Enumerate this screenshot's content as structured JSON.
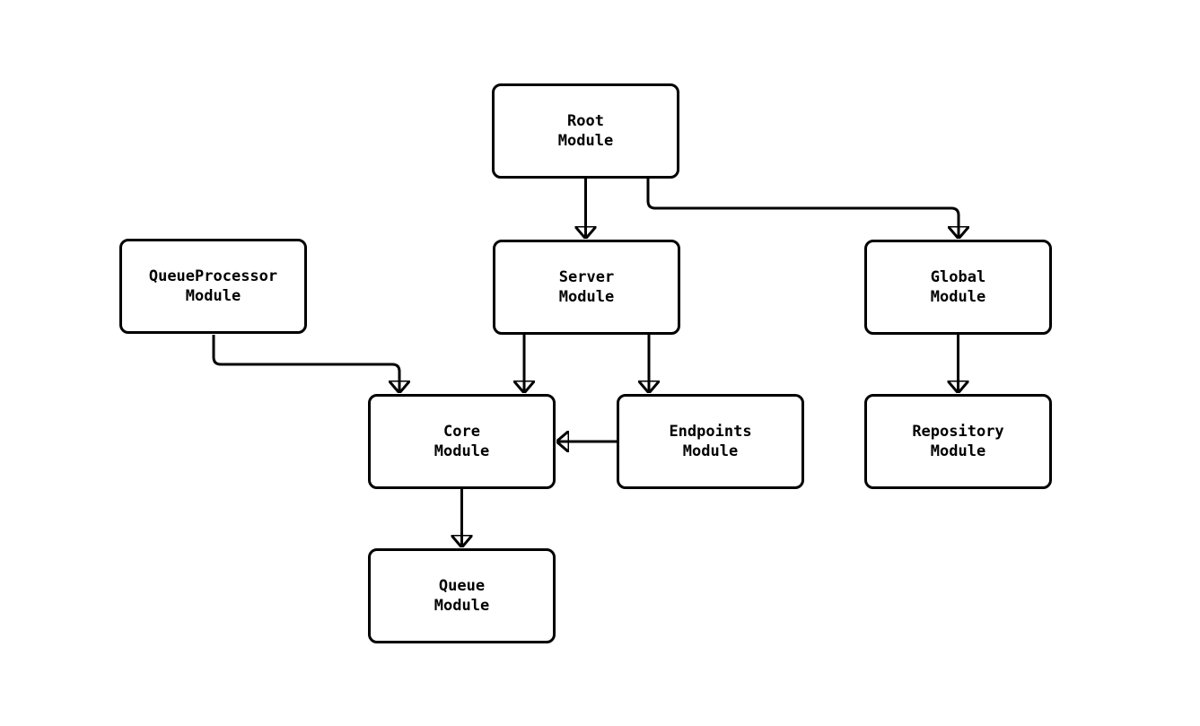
{
  "diagram": {
    "type": "module-dependency-flowchart",
    "background_color": "#ffffff",
    "line_color": "#000000",
    "node_fill_color": "#ffffff",
    "text_color": "#000000",
    "nodes": {
      "root": {
        "label": "Root\nModule"
      },
      "queueprocessor": {
        "label": "QueueProcessor\nModule"
      },
      "server": {
        "label": "Server\nModule"
      },
      "global": {
        "label": "Global\nModule"
      },
      "core": {
        "label": "Core\nModule"
      },
      "endpoints": {
        "label": "Endpoints\nModule"
      },
      "repository": {
        "label": "Repository\nModule"
      },
      "queue": {
        "label": "Queue\nModule"
      }
    },
    "edges": [
      {
        "from": "Root Module",
        "to": "Server Module"
      },
      {
        "from": "Root Module",
        "to": "Global Module"
      },
      {
        "from": "QueueProcessor Module",
        "to": "Core Module"
      },
      {
        "from": "Server Module",
        "to": "Core Module"
      },
      {
        "from": "Server Module",
        "to": "Endpoints Module"
      },
      {
        "from": "Endpoints Module",
        "to": "Core Module"
      },
      {
        "from": "Core Module",
        "to": "Queue Module"
      },
      {
        "from": "Global Module",
        "to": "Repository Module"
      }
    ]
  }
}
